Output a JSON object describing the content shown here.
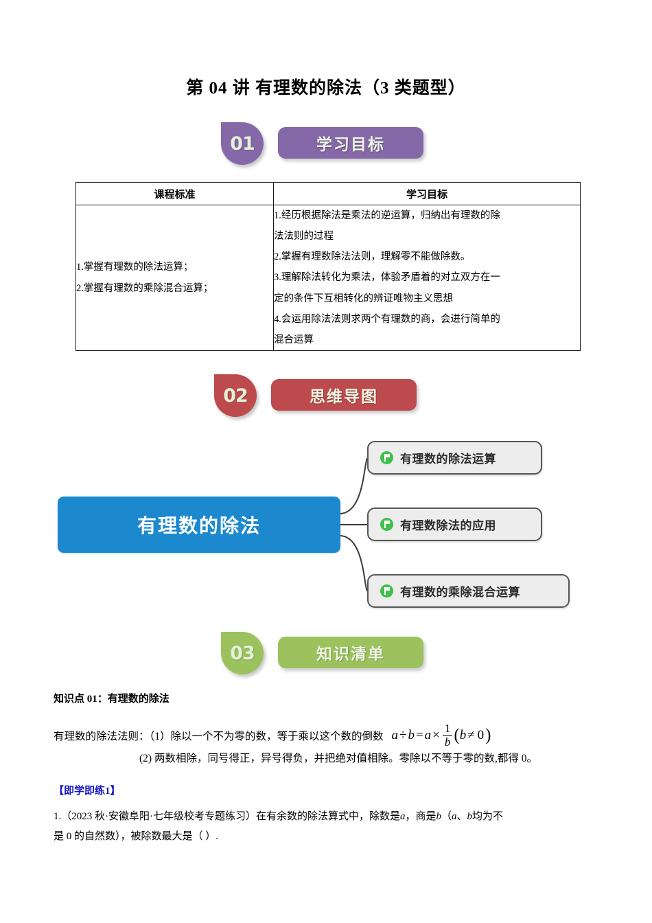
{
  "document": {
    "title": "第 04 讲 有理数的除法（3 类题型）"
  },
  "sections": [
    {
      "number": "01",
      "label": "学习目标",
      "color": "#8468a8"
    },
    {
      "number": "02",
      "label": "思维导图",
      "color": "#bd4a4c"
    },
    {
      "number": "03",
      "label": "知识清单",
      "color": "#9cc25d"
    }
  ],
  "objectives_table": {
    "headers": [
      "课程标准",
      "学习目标"
    ],
    "left_cell": [
      "1.掌握有理数的除法运算；",
      "2.掌握有理数的乘除混合运算；"
    ],
    "right_cell": [
      "1.经历根据除法是乘法的逆运算，归纳出有理数的除",
      "法法则的过程",
      "2.掌握有理数除法法则，理解零不能做除数。",
      "3.理解除法转化为乘法，体验矛盾着的对立双方在一",
      "定的条件下互相转化的辨证唯物主义思想",
      "4.会运用除法法则求两个有理数的商，会进行简单的",
      "混合运算"
    ]
  },
  "mindmap": {
    "root": "有理数的除法",
    "root_color": "#1c89cf",
    "branch_icon": "flag-icon",
    "branches": [
      "有理数的除法运算",
      "有理数除法的应用",
      "有理数的乘除混合运算"
    ]
  },
  "knowledge": {
    "heading": "知识点 01：有理数的除法",
    "rule_intro": "有理数的除法法则：（1）除以一个不为零的数，等于乘以这个数的倒数",
    "formula": {
      "a1": "a",
      "div": "÷",
      "b1": "b",
      "eq": "=",
      "a2": "a",
      "times": "×",
      "num": "1",
      "den": "b",
      "cond_open": "(",
      "cond_b": "b",
      "cond_neq": "≠",
      "cond_zero": "0",
      "cond_close": ")"
    },
    "rule_line2": "(2) 两数相除，同号得正，异号得负，并把绝对值相除。零除以不等于零的数,都得 0。"
  },
  "practice": {
    "title": "【即学即练1】",
    "title_color": "#1414c8",
    "question_line1_a": "1.（2023 秋·安徽阜阳·七年级校考专题练习）在有余数的除法算式中，除数是",
    "question_var_a": "a",
    "question_line1_b": "，商是",
    "question_var_b": "b",
    "question_line1_c": "（",
    "question_var_a2": "a",
    "question_line1_d": "、",
    "question_var_b2": "b",
    "question_line1_e": "均为不",
    "question_line2": "是 0 的自然数），被除数最大是（    ）."
  }
}
